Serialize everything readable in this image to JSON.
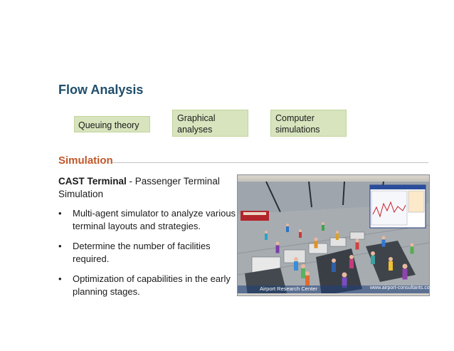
{
  "header": {
    "title": "Flow Analysis"
  },
  "methods": [
    {
      "label": "Queuing theory"
    },
    {
      "label": "Graphical analyses"
    },
    {
      "label": "Computer simulations"
    }
  ],
  "section": {
    "title": "Simulation",
    "subtitle_strong": "CAST Terminal",
    "subtitle_rest": " - Passenger Terminal Simulation"
  },
  "bullets": [
    {
      "symbol": "•",
      "text": "Multi-agent simulator to analyze various terminal layouts and strategies."
    },
    {
      "symbol": "•",
      "text": "Determine the number of facilities required."
    },
    {
      "symbol": "•",
      "text": "Optimization of capabilities in the early planning stages."
    }
  ],
  "screenshot": {
    "caption_left": "Airport Research Center",
    "caption_right": "www.airport-consultants.com"
  }
}
